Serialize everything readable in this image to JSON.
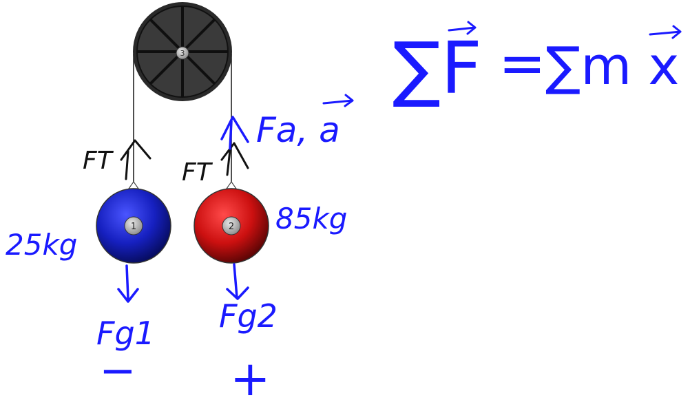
{
  "pulley": {
    "label": "3"
  },
  "mass1": {
    "label": "1",
    "mass_text": "25kg",
    "tension_label": "FT",
    "gravity_label": "Fg1",
    "sign": "−",
    "color": "#1f24c8"
  },
  "mass2": {
    "label": "2",
    "mass_text": "85kg",
    "tension_label": "FT",
    "gravity_label": "Fg2",
    "sign": "+",
    "color": "#d31515"
  },
  "annotations": {
    "applied_force": "Fa, a",
    "equation_lhs": "∑F",
    "equation_eq": "=",
    "equation_rhs": "∑m x a"
  },
  "colors": {
    "ink": "#1a1aff",
    "pen": "#111111",
    "pulley": "#3a3a3a"
  }
}
